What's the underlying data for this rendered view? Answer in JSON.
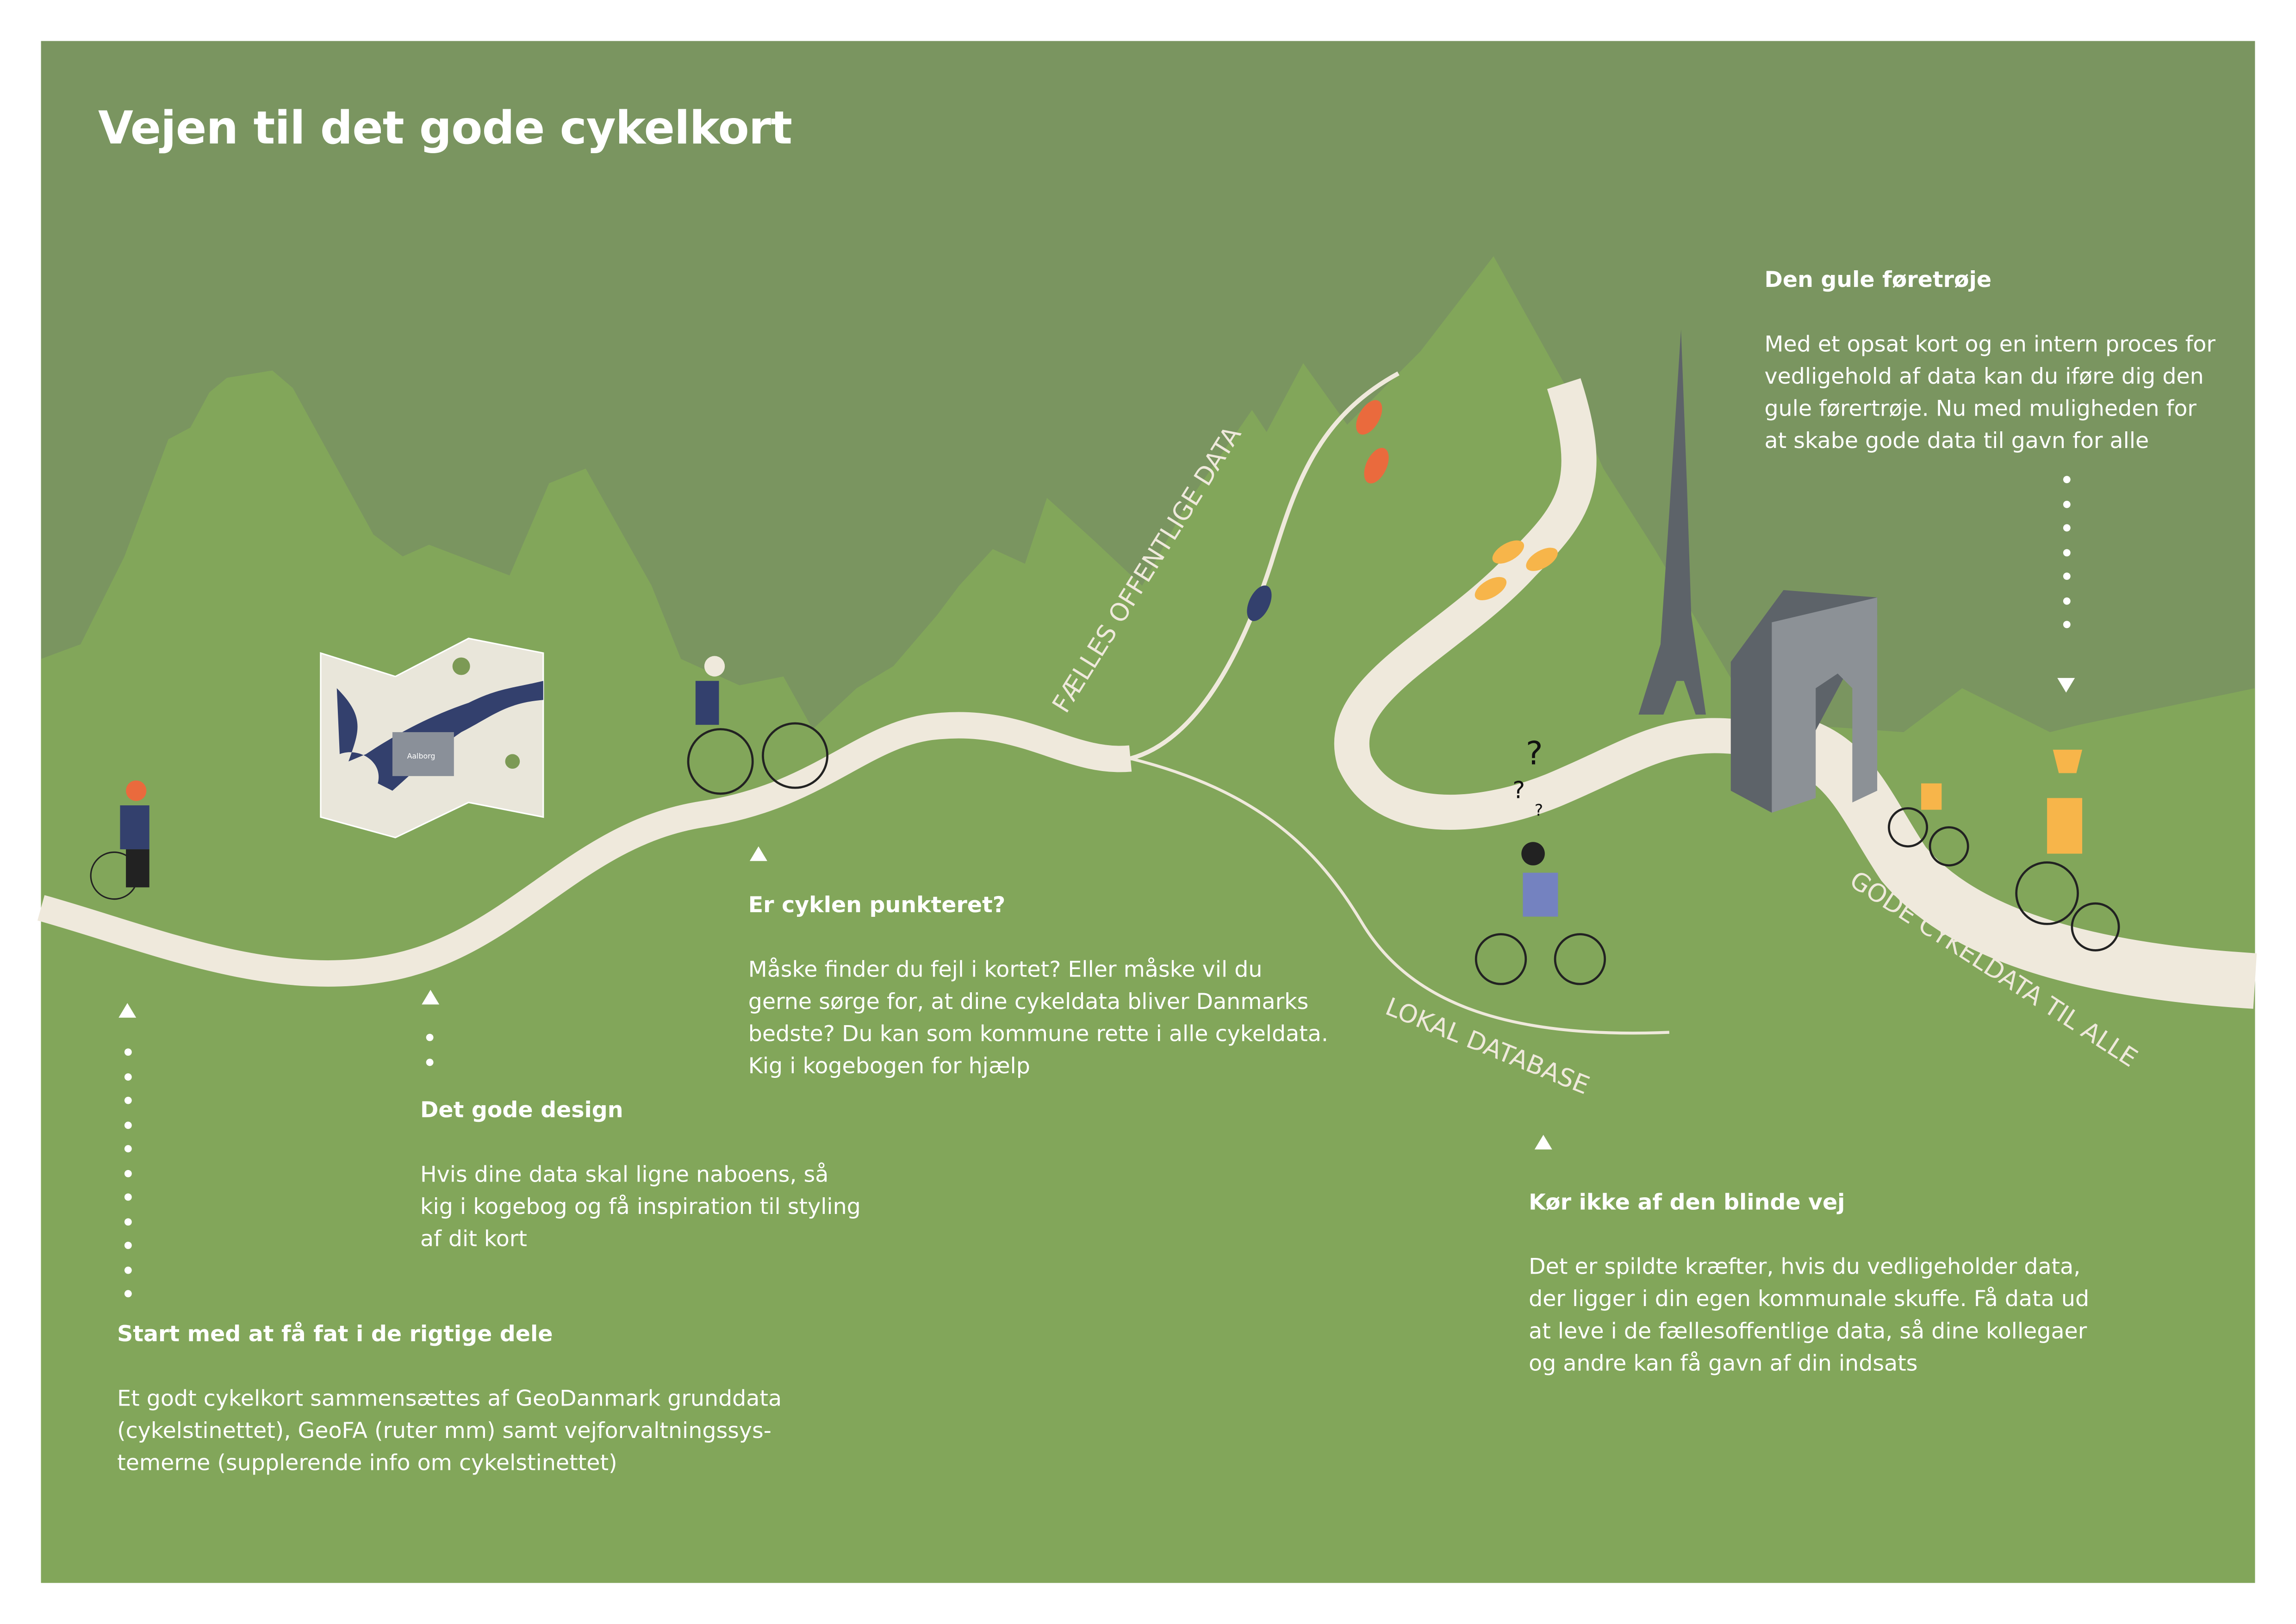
{
  "title": "Vejen til det gode cykelkort",
  "colors": {
    "sky": "#7a9560",
    "hills": "#82a65a",
    "road": "#efe9dc",
    "arch": "#8c9196",
    "jersey_yellow": "#f7b54a",
    "jersey_orange": "#ea6a3d",
    "jersey_blue": "#33406d"
  },
  "road_labels": {
    "public": "FÆLLES OFFENTLIGE DATA",
    "local": "LOKAL DATABASE",
    "goal": "GODE CYKELDATA TIL ALLE"
  },
  "steps": [
    {
      "heading": "Start med at få fat i de rigtige dele",
      "lines": [
        "Et godt cykelkort sammensættes af GeoDanmark grunddata",
        "(cykelstinettet), GeoFA (ruter mm) samt vejforvaltningssys-",
        "temerne (supplerende info om cykelstinettet)"
      ]
    },
    {
      "heading": "Det gode design",
      "lines": [
        "Hvis dine data skal ligne naboens, så",
        "kig i kogebog og få inspiration til styling",
        "af dit kort"
      ]
    },
    {
      "heading": "Er cyklen punkteret?",
      "lines": [
        "Måske finder du fejl i kortet? Eller måske vil du",
        "gerne sørge for, at dine cykeldata bliver Danmarks",
        "bedste? Du kan som kommune rette i alle cykeldata.",
        "Kig i kogebogen for hjælp"
      ]
    },
    {
      "heading": "Kør ikke af den blinde vej",
      "lines": [
        "Det er spildte kræfter, hvis du vedligeholder data,",
        "der ligger i din egen kommunale skuffe. Få data ud",
        "at leve i de fællesoffentlige data, så dine kollegaer",
        "og andre kan få gavn af din indsats"
      ]
    },
    {
      "heading": "Den gule føretrøje",
      "lines": [
        "Med et opsat kort og en intern proces for",
        "vedligehold af data kan du iføre dig den",
        "gule førertrøje. Nu med muligheden for",
        "at skabe gode data til gavn for alle"
      ]
    }
  ],
  "confused_marks": [
    "?",
    "?",
    "?"
  ],
  "map_label": "Aalborg"
}
